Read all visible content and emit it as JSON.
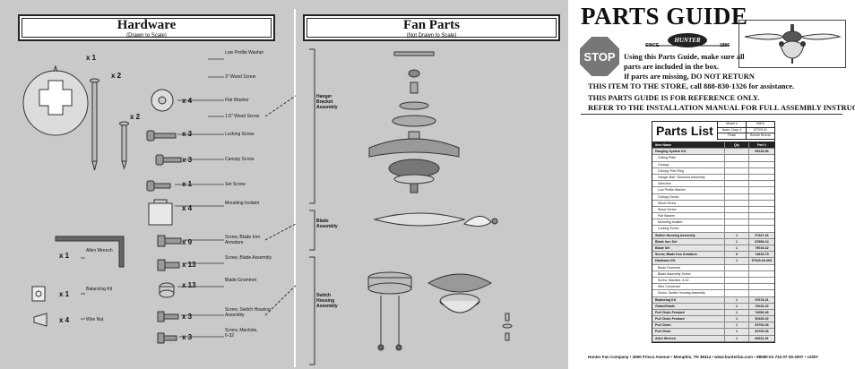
{
  "hardware": {
    "title": "Hardware",
    "subtitle": "(Drawn to Scale)",
    "items": [
      {
        "qty": "x 1",
        "label": "Low Profile Washer"
      },
      {
        "qty": "x 2",
        "label": "3\" Wood Screw"
      },
      {
        "qty": "x 4",
        "label": "Flat Washer"
      },
      {
        "qty": "x 2",
        "label": "1.5\" Wood Screw"
      },
      {
        "qty": "x 3",
        "label": "Locking Screw"
      },
      {
        "qty": "x 3",
        "label": "Canopy Screw"
      },
      {
        "qty": "x 1",
        "label": "Set Screw"
      },
      {
        "qty": "x 4",
        "label": "Mounting Isolator"
      },
      {
        "qty": "x 1",
        "label": "Allen Wrench"
      },
      {
        "qty": "x 9",
        "label": "Screw, Blade Iron Armature"
      },
      {
        "qty": "x 13",
        "label": "Screw, Blade Assembly"
      },
      {
        "qty": "x 1",
        "label": "Balancing Kit"
      },
      {
        "qty": "x 13",
        "label": "Blade Grommet"
      },
      {
        "qty": "x 4",
        "label": "Wire Nut"
      },
      {
        "qty": "x 3",
        "label": "Screw, Switch Housing Assembly"
      },
      {
        "qty": "x 3",
        "label": "Screw, Machine, 6-32"
      }
    ]
  },
  "fan_parts": {
    "title": "Fan Parts",
    "subtitle": "(Not Drawn to Scale)",
    "groups": [
      "Hanger Bracket Assembly",
      "Blade Assembly",
      "Switch Housing Assembly"
    ]
  },
  "guide": {
    "title": "PARTS GUIDE",
    "stop": "STOP",
    "logo": {
      "since": "SINCE",
      "brand": "HUNTER",
      "year": "1886"
    },
    "notice_lines": [
      "Using this Parts Guide, make sure all",
      "parts are included in the box.",
      "If parts are missing, DO NOT RETURN"
    ],
    "notice_wide": "THIS ITEM TO THE STORE, call 888-830-1326 for assistance.",
    "reference": "THIS PARTS GUIDE IS FOR REFERENCE ONLY.",
    "refer": "REFER TO THE INSTALLATION MANUAL FOR FULL ASSEMBLY INSTRUCTIONS."
  },
  "parts_list": {
    "title": "Parts List",
    "meta": [
      {
        "k": "Model #",
        "v": "28431"
      },
      {
        "k": "Assm. Dwg. #",
        "v": "97229-01"
      },
      {
        "k": "Finish",
        "v": "Roman Bronze"
      }
    ],
    "header": {
      "name": "Item Name",
      "qty": "Qty",
      "part": "Part #"
    },
    "rows": [
      {
        "name": "Hanging System Kit",
        "qty": "",
        "part": "99139-56",
        "style": "bold"
      },
      {
        "name": "Ceiling Plate",
        "qty": "",
        "part": "",
        "style": "sub"
      },
      {
        "name": "Canopy",
        "qty": "",
        "part": "",
        "style": "sub"
      },
      {
        "name": "Canopy Trim Ring",
        "qty": "",
        "part": "",
        "style": "sub"
      },
      {
        "name": "Hanger Ball / Downrod Assembly",
        "qty": "",
        "part": "",
        "style": "sub"
      },
      {
        "name": "Setscrew",
        "qty": "",
        "part": "",
        "style": "sub"
      },
      {
        "name": "Low Profile Washer",
        "qty": "",
        "part": "",
        "style": "sub"
      },
      {
        "name": "Canopy Screw",
        "qty": "",
        "part": "",
        "style": "sub"
      },
      {
        "name": "Wood Screw",
        "qty": "",
        "part": "",
        "style": "sub"
      },
      {
        "name": "Wood Screw",
        "qty": "",
        "part": "",
        "style": "sub"
      },
      {
        "name": "Flat Washer",
        "qty": "",
        "part": "",
        "style": "sub"
      },
      {
        "name": "Mounting Isolator",
        "qty": "",
        "part": "",
        "style": "sub"
      },
      {
        "name": "Locking Screw",
        "qty": "",
        "part": "",
        "style": "sub"
      },
      {
        "name": "Switch Housing Assembly",
        "qty": "1",
        "part": "97347-46",
        "style": "bold"
      },
      {
        "name": "Blade Iron Set",
        "qty": "1",
        "part": "87898-24",
        "style": "bold"
      },
      {
        "name": "Blade Set",
        "qty": "1",
        "part": "79015-32",
        "style": "bold"
      },
      {
        "name": "Screw, Blade Iron Armature",
        "qty": "9",
        "part": "74815-79",
        "style": "bold"
      },
      {
        "name": "Hardware Kit",
        "qty": "1",
        "part": "97329-00-66S",
        "style": "bold"
      },
      {
        "name": "Blade Grommet",
        "qty": "",
        "part": "",
        "style": "sub"
      },
      {
        "name": "Blade Assembly Screw",
        "qty": "",
        "part": "",
        "style": "sub"
      },
      {
        "name": "Screw, Machine, 6-32",
        "qty": "",
        "part": "",
        "style": "sub"
      },
      {
        "name": "Wire Connector",
        "qty": "",
        "part": "",
        "style": "sub"
      },
      {
        "name": "Screw, Switch Housing Assembly",
        "qty": "",
        "part": "",
        "style": "sub"
      },
      {
        "name": "Balancing Kit",
        "qty": "1",
        "part": "97678-01",
        "style": "bold"
      },
      {
        "name": "Globe/Shade",
        "qty": "1",
        "part": "75232-02",
        "style": "bold"
      },
      {
        "name": "Pull Chain Pendant",
        "qty": "1",
        "part": "74050-06",
        "style": "bold"
      },
      {
        "name": "Pull Chain Pendant",
        "qty": "1",
        "part": "50339-02",
        "style": "bold"
      },
      {
        "name": "Pull Chain",
        "qty": "1",
        "part": "53706-06",
        "style": "bold"
      },
      {
        "name": "Pull Chain",
        "qty": "1",
        "part": "53706-06",
        "style": "bold"
      },
      {
        "name": "Allen Wrench",
        "qty": "1",
        "part": "84631-01",
        "style": "bold"
      }
    ]
  },
  "footer": "Hunter Fan Company  •  2500 Frisco Avenue  •  Memphis, TN 38114  •  www.hunterfan.com  •  98080-01-724  07-30-2007  •  c2007"
}
